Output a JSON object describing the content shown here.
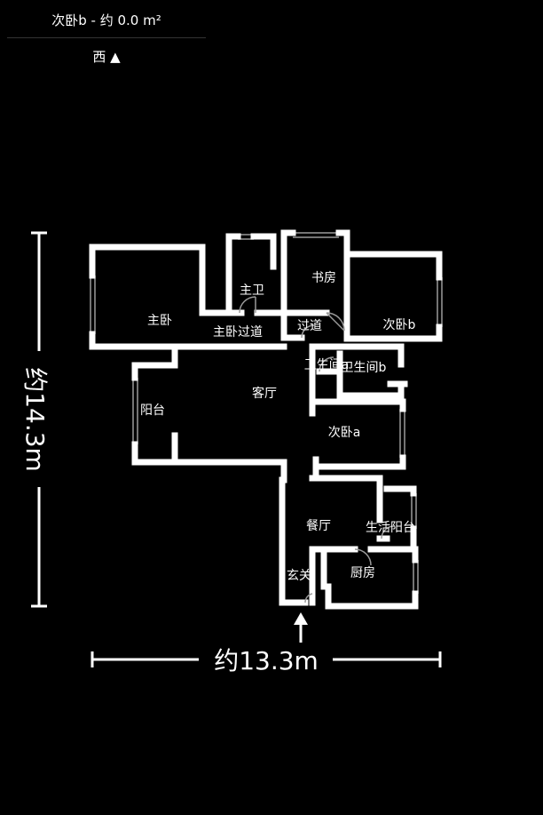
{
  "header": {
    "room_title": "次卧b - 约 0.0 m²",
    "compass_label": "西 ▲"
  },
  "dimensions": {
    "width_label": "约13.3m",
    "height_label": "约14.3m"
  },
  "rooms": {
    "master_bedroom": "主卧",
    "master_bath": "主卫",
    "study": "书房",
    "master_corridor": "主卧过道",
    "corridor": "过道",
    "bedroom_b": "次卧b",
    "bathroom_a": "卫生间a",
    "bathroom_b": "卫生间b",
    "living_room": "客厅",
    "balcony": "阳台",
    "bedroom_a": "次卧a",
    "dining_room": "餐厅",
    "utility_balcony": "生活阳台",
    "entrance": "玄关",
    "kitchen": "厨房"
  },
  "colors": {
    "background": "#000000",
    "wall": "#ffffff",
    "window": "#9a9a9a"
  }
}
